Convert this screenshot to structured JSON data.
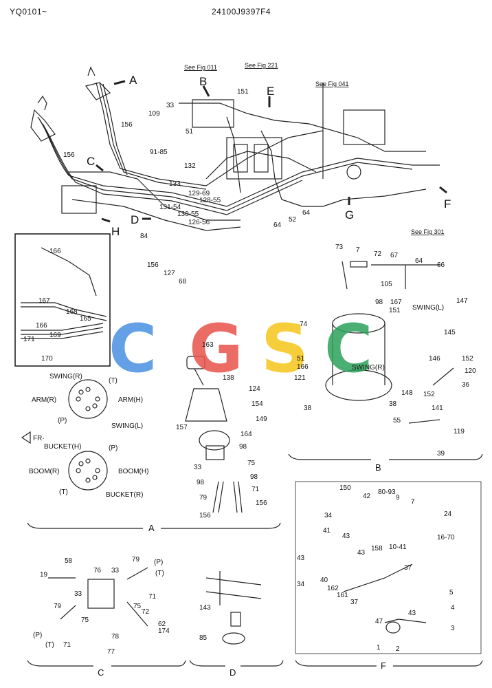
{
  "header": {
    "left": "YQ0101~",
    "center": "24100J9397F4"
  },
  "references": {
    "fig011": "See Fig 011",
    "fig221": "See Fig 221",
    "fig041": "See Fig 041",
    "fig301": "See Fig 301"
  },
  "view_letters": {
    "A": "A",
    "B": "B",
    "C": "C",
    "D": "D",
    "E": "E",
    "F": "F",
    "G": "G",
    "H": "H"
  },
  "section_labels": {
    "A": "A",
    "B": "B",
    "C": "C",
    "D": "D",
    "F": "F"
  },
  "port_labels": {
    "swing_r_top": "SWING(R)",
    "t_top": "(T)",
    "arm_r": "ARM(R)",
    "arm_h": "ARM(H)",
    "p_top": "(P)",
    "swing_l": "SWING(L)",
    "fr": "FR·",
    "bucket_h": "BUCKET(H)",
    "p_bot": "(P)",
    "boom_r": "BOOM(R)",
    "boom_h": "BOOM(H)",
    "t_bot": "(T)",
    "bucket_r": "BUCKET(R)",
    "swing_l_b": "SWING(L)",
    "swing_r_b": "SWING(R)",
    "c_p1": "(P)",
    "c_t1": "(T)",
    "c_p2": "(P)",
    "c_t2": "(T)"
  },
  "parts": {
    "main": [
      "109",
      "33",
      "156",
      "91-85",
      "132",
      "133",
      "129-69",
      "128-55",
      "131-54",
      "130-55",
      "126-56",
      "151",
      "51",
      "52",
      "64",
      "64",
      "156",
      "84",
      "156",
      "127",
      "68"
    ],
    "inset": [
      "166",
      "167",
      "168",
      "165",
      "166",
      "169",
      "171",
      "170"
    ],
    "panelA": [
      "163",
      "138",
      "124",
      "154",
      "149",
      "157",
      "164",
      "33",
      "98",
      "75",
      "98",
      "98",
      "79",
      "71",
      "156",
      "156"
    ],
    "panelB": [
      "73",
      "7",
      "72",
      "67",
      "64",
      "66",
      "105",
      "98",
      "167",
      "151",
      "74",
      "51",
      "166",
      "147",
      "145",
      "152",
      "146",
      "120",
      "121",
      "38",
      "38",
      "148",
      "152",
      "36",
      "55",
      "141",
      "119",
      "39"
    ],
    "panelC": [
      "58",
      "19",
      "33",
      "79",
      "75",
      "71",
      "76",
      "33",
      "75",
      "72",
      "78",
      "77",
      "79",
      "71",
      "62",
      "174"
    ],
    "panelD": [
      "143",
      "85"
    ],
    "panelF": [
      "150",
      "42",
      "80-93",
      "9",
      "7",
      "24",
      "34",
      "41",
      "43",
      "43",
      "16-70",
      "43",
      "40",
      "158",
      "10-41",
      "37",
      "34",
      "162",
      "161",
      "37",
      "5",
      "4",
      "43",
      "47",
      "3",
      "1",
      "2"
    ]
  },
  "watermark": {
    "letters": [
      "C",
      "G",
      "S",
      "C"
    ],
    "colors": [
      "#4a90e2",
      "#e8534a",
      "#f5c518",
      "#2ca05a"
    ]
  }
}
